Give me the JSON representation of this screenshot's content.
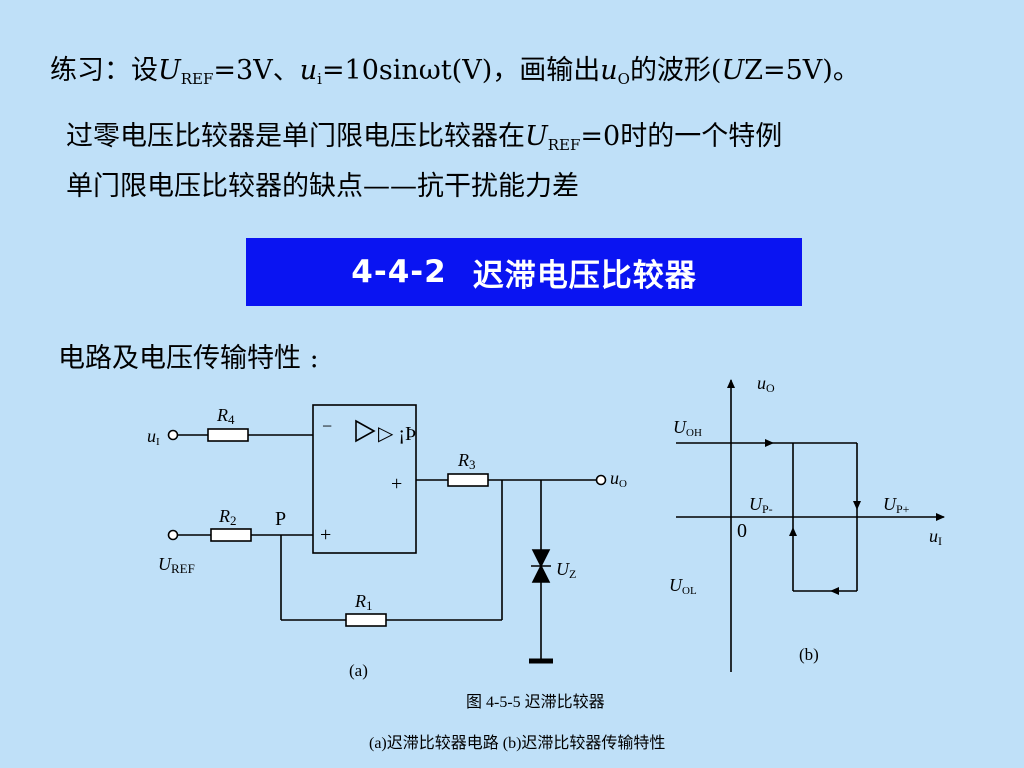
{
  "text": {
    "exercise": {
      "pre": "练习：设",
      "uref_u": "U",
      "uref_sub": "REF",
      "uref_val": "=3V、",
      "ui_u": "u",
      "ui_sub": "i",
      "ui_val": "=10sinωt(V)，画输出",
      "uo_u": "u",
      "uo_sub": "O",
      "post1": "的波形(",
      "uz_u": "U",
      "post2": "Z=5V)。"
    },
    "zero_cross": {
      "pre": "过零电压比较器是单门限电压比较器在",
      "u": "U",
      "sub": "REF",
      "post": "=0时的一个特例"
    },
    "drawback": "单门限电压比较器的缺点——抗干扰能力差",
    "banner": {
      "number": "4-4-2",
      "title": "迟滞电压比较器"
    },
    "section_label": "电路及电压传输特性 :"
  },
  "circuit": {
    "ui_u": "u",
    "ui_sub": "I",
    "r4": "R",
    "r4_sub": "4",
    "r2": "R",
    "r2_sub": "2",
    "r3": "R",
    "r3_sub": "3",
    "r1": "R",
    "r1_sub": "1",
    "node_p": "P",
    "uref_u": "U",
    "uref_sub": "REF",
    "minus": "−",
    "plus": "+",
    "out_plus": "+",
    "opamp_mark": "▷ ¡Þ",
    "uo_u": "u",
    "uo_sub": "O",
    "uz_u": "U",
    "uz_sub": "Z",
    "caption": "(a)"
  },
  "transfer": {
    "y_u": "u",
    "y_sub": "O",
    "x_u": "u",
    "x_sub": "I",
    "uoh_u": "U",
    "uoh_sub": "OH",
    "uol_u": "U",
    "uol_sub": "OL",
    "upm_u": "U",
    "upm_sub": "P-",
    "upp_u": "U",
    "upp_sub": "P+",
    "origin": "0",
    "caption": "(b)"
  },
  "figure": {
    "title": "图 4-5-5  迟滞比较器",
    "subtitle": "(a)迟滞比较器电路    (b)迟滞比较器传输特性"
  }
}
